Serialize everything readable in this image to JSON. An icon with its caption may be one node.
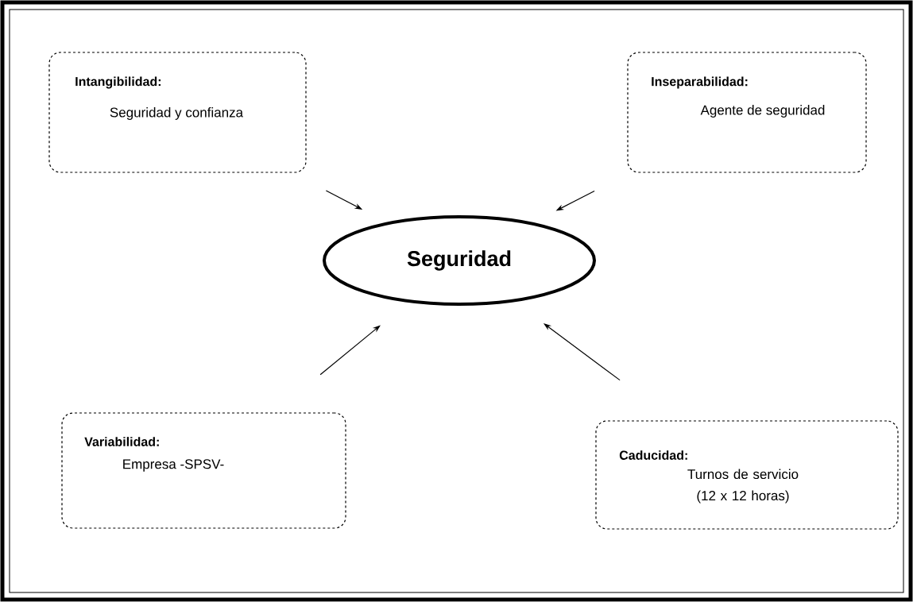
{
  "diagram": {
    "nodes": [
      {
        "text": [
          "Seguridad"
        ]
      },
      {
        "text": [
          "Intangibilidad:",
          "Seguridad y confianza"
        ]
      },
      {
        "text": [
          "Inseparabilidad:",
          "Agente de seguridad"
        ]
      },
      {
        "text": [
          "Variabilidad:",
          "Empresa -SPSV-"
        ]
      },
      {
        "text": [
          "Caducidad:",
          "Turnos de servicio (12 x 12 horas)"
        ]
      }
    ],
    "edges": [
      {
        "from": 1,
        "to": 0,
        "arrow": "to"
      },
      {
        "from": 2,
        "to": 0,
        "arrow": "to"
      },
      {
        "from": 3,
        "to": 0,
        "arrow": "to"
      },
      {
        "from": 4,
        "to": 0,
        "arrow": "to"
      }
    ]
  }
}
